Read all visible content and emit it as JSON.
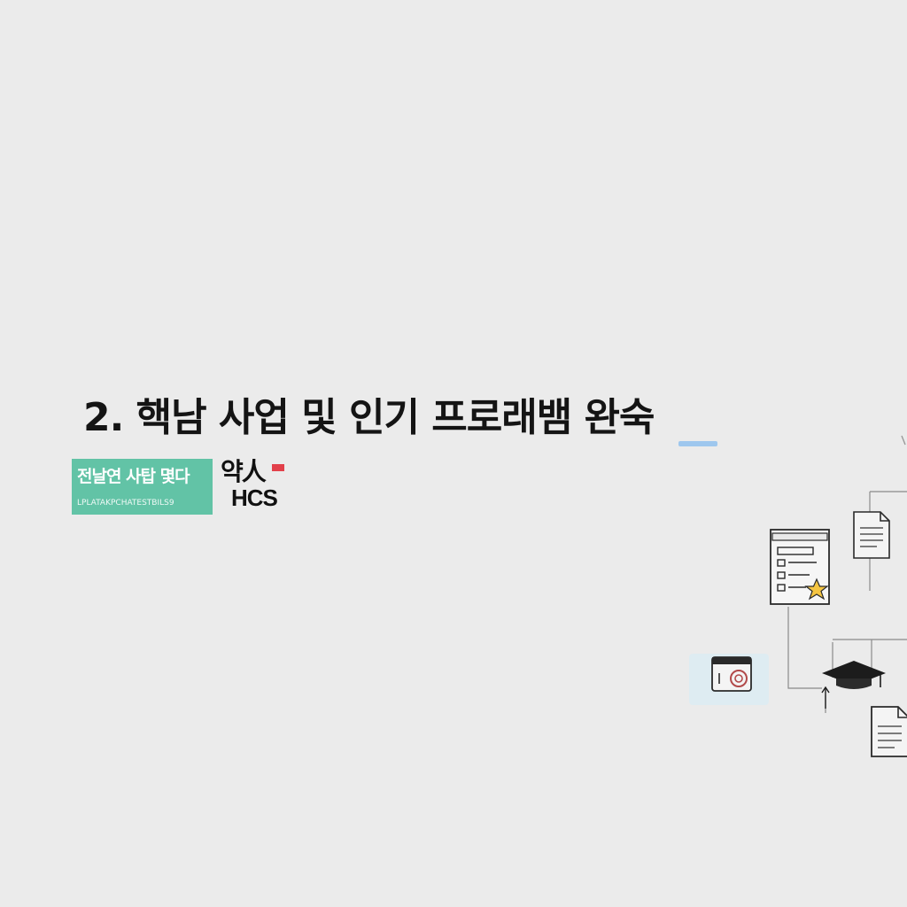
{
  "slide": {
    "heading": "2. 핵남 사업 및 인기 프로래뱀 완숙",
    "badge": {
      "main": "전날연 사탑 몇다",
      "sub": "LPLATAKPCHATESTBILS9",
      "color": "#62c3a6"
    },
    "logo": {
      "top": "약人",
      "bottom": "HCS",
      "accent": "#e2404a"
    },
    "illustration": {
      "icons": [
        "document-icon",
        "checklist-icon",
        "star-icon",
        "camera-icon",
        "graduation-cap-icon",
        "file-icon"
      ],
      "accent": "#f5c542"
    }
  }
}
